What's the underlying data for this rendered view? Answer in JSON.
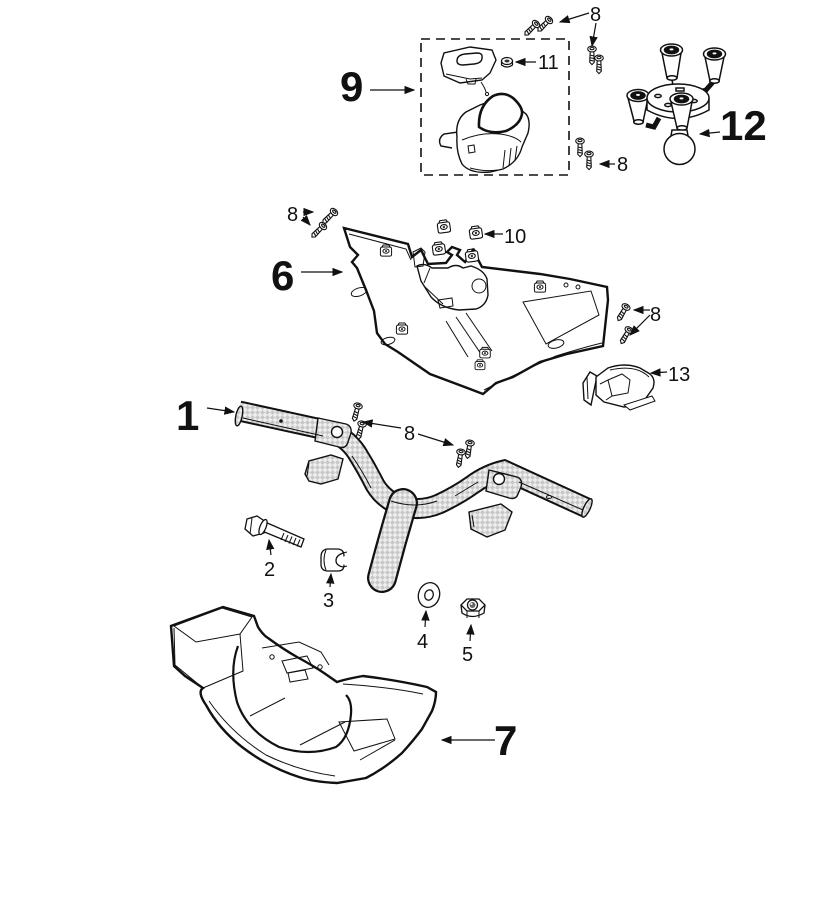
{
  "diagram": {
    "title": "Handlebar and covers exploded parts diagram",
    "background_color": "#ffffff",
    "line_color": "#111111",
    "metal_texture_color": "#c8c8c8",
    "metal_base_color": "#eeeeee"
  },
  "callouts": [
    {
      "id": "c1",
      "ref": "1"
    },
    {
      "id": "c2",
      "ref": "2"
    },
    {
      "id": "c3",
      "ref": "3"
    },
    {
      "id": "c4",
      "ref": "4"
    },
    {
      "id": "c5",
      "ref": "5"
    },
    {
      "id": "c6",
      "ref": "6"
    },
    {
      "id": "c7",
      "ref": "7"
    },
    {
      "id": "c8a",
      "ref": "8"
    },
    {
      "id": "c8b",
      "ref": "8"
    },
    {
      "id": "c8c",
      "ref": "8"
    },
    {
      "id": "c8d",
      "ref": "8"
    },
    {
      "id": "c8e",
      "ref": "8"
    },
    {
      "id": "c9",
      "ref": "9"
    },
    {
      "id": "c10",
      "ref": "10"
    },
    {
      "id": "c11",
      "ref": "11"
    },
    {
      "id": "c12",
      "ref": "12"
    },
    {
      "id": "c13",
      "ref": "13"
    }
  ],
  "parts": {
    "p1": "handlebar",
    "p2": "hex-flange-bolt",
    "p3": "spacer-clip",
    "p4": "washer",
    "p5": "hex-nut",
    "p6": "handlebar-front-cover",
    "p7": "handlebar-rear-cover",
    "p8": "tapping-screw",
    "p9": "instrument-cover-set",
    "p10": "clip-nut",
    "p11": "cap-nut",
    "p12": "knob-ball-assembly",
    "p13": "cover-bracket"
  }
}
